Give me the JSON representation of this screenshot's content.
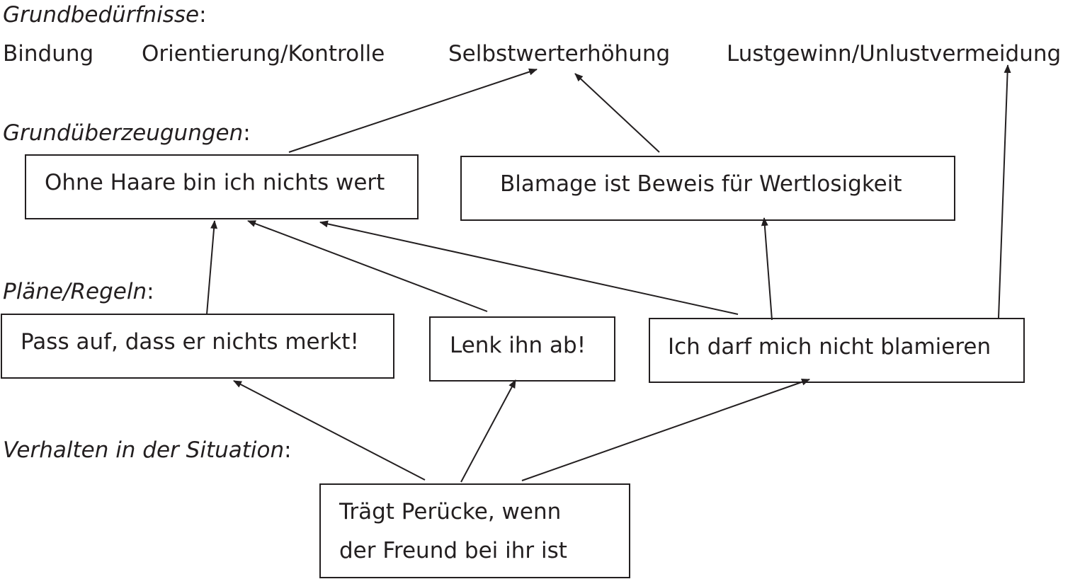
{
  "sections": {
    "needs": "Grundbedürfnisse",
    "beliefs": "Grundüberzeugungen",
    "plans": "Pläne/Regeln",
    "behavior": "Verhalten in der Situation",
    "colon": ":"
  },
  "needs": {
    "bindung": "Bindung",
    "orientierung": "Orientierung/Kontrolle",
    "selbstwert": "Selbstwerterhöhung",
    "lustgewinn": "Lustgewinn/Unlustvermeidung"
  },
  "beliefs": {
    "ohne_haare": "Ohne Haare bin ich nichts wert",
    "blamage": "Blamage ist Beweis für Wertlosigkeit"
  },
  "plans": {
    "pass_auf": "Pass auf, dass er nichts merkt!",
    "lenk_ab": "Lenk ihn ab!",
    "nicht_blamieren": "Ich darf mich nicht blamieren"
  },
  "behavior": {
    "line1": "Trägt Perücke, wenn",
    "line2": "der Freund bei ihr ist"
  }
}
